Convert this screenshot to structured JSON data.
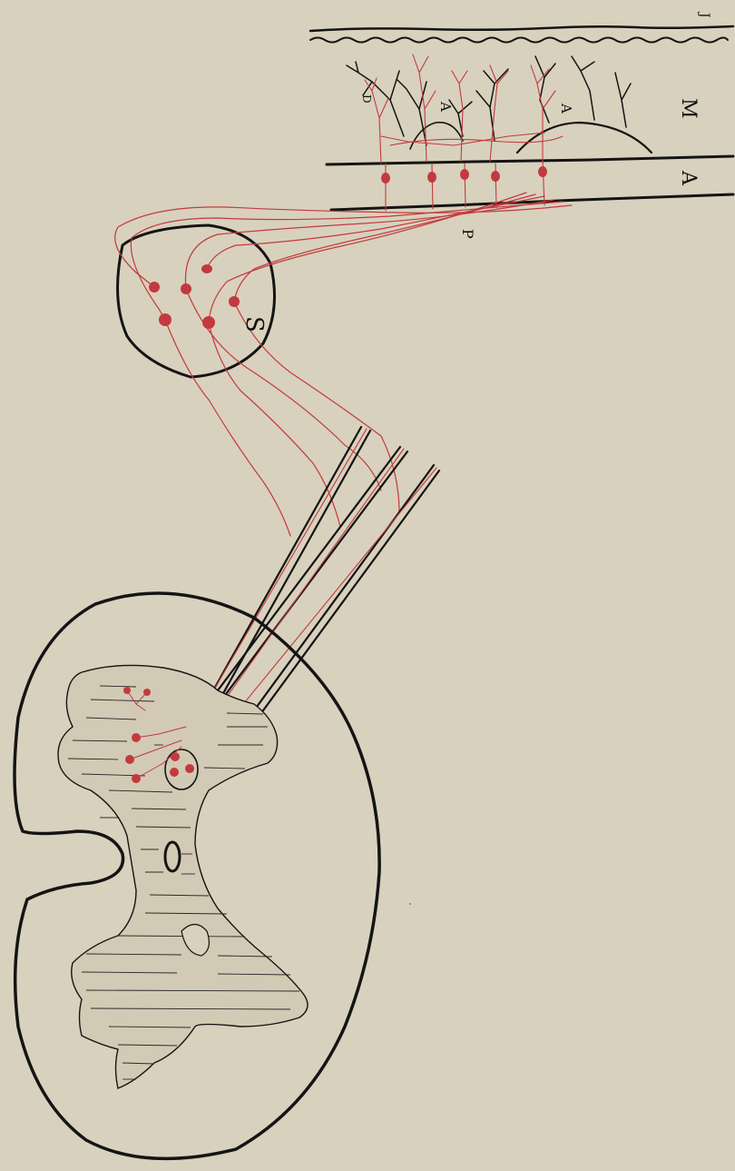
{
  "labels": {
    "top_right": "J",
    "mucosa": "M",
    "inner_a_left": "A",
    "inner_a_right": "A",
    "circular_a": "A",
    "plexus": "P",
    "ganglion": "S",
    "dendrite_d": "D"
  },
  "colors": {
    "paper": "#d8d1bd",
    "ink": "#141414",
    "nerve_red": "#c23a3f"
  }
}
